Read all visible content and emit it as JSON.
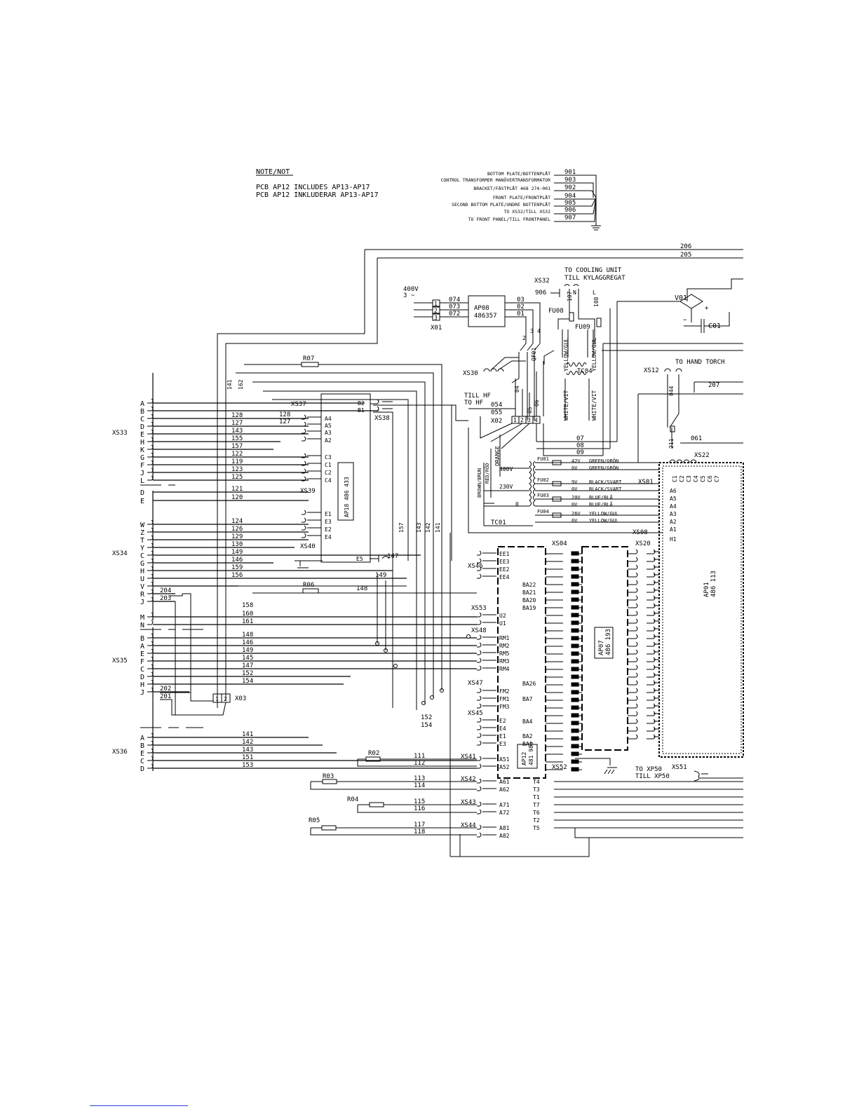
{
  "note": {
    "title": "NOTE/NOT",
    "line1": "PCB AP12 INCLUDES AP13-AP17",
    "line2": "PCB AP12 INKLUDERAR AP13-AP17"
  },
  "ground_terminals": [
    {
      "label": "BOTTOM PLATE/BOTTENPLÅT",
      "num": "901"
    },
    {
      "label": "CONTROL TRANSFORMER MANÖVERTRANSFORMATOR",
      "num": "903"
    },
    {
      "label": "BRACKET/FÄSTPLÅT 468 274-001",
      "num": "902"
    },
    {
      "label": "FRONT PLATE/FRONTPLÅT",
      "num": "904"
    },
    {
      "label": "SECOND BOTTOM PLATE/UNDRE BOTTENPLÅT",
      "num": "905"
    },
    {
      "label": "TO XS32/TILL XS32",
      "num": "906"
    },
    {
      "label": "TO FRONT PANEL/TILL FRONTPANEL",
      "num": "907"
    }
  ],
  "top_wires": [
    "206",
    "205"
  ],
  "cooling": {
    "line1": "TO COOLING UNIT",
    "line2": "TILL KYLAGGREGAT",
    "connector": "XS32",
    "w1": "906",
    "w2": "107",
    "w3": "108"
  },
  "supply": {
    "voltage": "400V",
    "phase": "3 ~",
    "terminal": "X01",
    "pins": [
      "1",
      "2",
      "3"
    ],
    "wires": [
      "074",
      "073",
      "072"
    ]
  },
  "ap08": {
    "name": "AP08",
    "part": "486357",
    "outs": [
      "03",
      "02",
      "01"
    ]
  },
  "fuses_top": [
    "FU08",
    "FU09"
  ],
  "rectifier": {
    "name": "V01",
    "cap": "C01"
  },
  "qf01": "QF01",
  "tc04": {
    "name": "TC04",
    "w1": "YELLOW/GUL",
    "w2": "YELLOW/GUL",
    "w3": "WHITE/VIT",
    "w4": "WHITE/VIT"
  },
  "xs30": "XS30",
  "hand_torch": {
    "label": "TO HAND TORCH",
    "connector": "XS12",
    "wire1": "044",
    "wire2": "207",
    "wire3": "061",
    "wire4": "211"
  },
  "hf": {
    "line1": "TILL HF",
    "line2": "TO HF",
    "w1": "054",
    "w2": "055",
    "connector": "X02",
    "pins": [
      "1",
      "2",
      "3",
      "4"
    ],
    "w05": "05",
    "w06": "06",
    "w04": "04"
  },
  "wires_07_09": [
    "07",
    "08",
    "09"
  ],
  "xs22": {
    "name": "XS22",
    "pins": [
      "C1",
      "C2",
      "C3",
      "C4",
      "C5",
      "C6",
      "C7"
    ]
  },
  "tc01": {
    "name": "TC01",
    "taps": [
      "400V",
      "230V",
      "0"
    ],
    "colors": [
      "ORANGE",
      "RED/RÖD",
      "BROWN/BRUN"
    ],
    "fuses": [
      {
        "name": "FU01",
        "v1": "42V",
        "c1": "GREEN/GRÖN",
        "v2": "0V",
        "c2": "GREEN/GRÖN"
      },
      {
        "name": "FU02",
        "v1": "9V",
        "c1": "BLACK/SVART",
        "v2": "0V",
        "c2": "BLACK/SVART"
      },
      {
        "name": "FU03",
        "v1": "20V",
        "c1": "BLUE/BLÅ",
        "v2": "0V",
        "c2": "BLUE/BLÅ"
      },
      {
        "name": "FU04",
        "v1": "26V",
        "c1": "YELLOW/GUL",
        "v2": "0V",
        "c2": "YELLOW/GUL"
      }
    ]
  },
  "xs01": {
    "name": "XS01",
    "pins": [
      "A6",
      "A5",
      "A4",
      "A3",
      "A2",
      "A1"
    ]
  },
  "xs08": {
    "name": "XS08",
    "pin": "H1"
  },
  "ap01": {
    "name": "AP01",
    "part": "486 113"
  },
  "xs20": "XS20",
  "xs04": "XS04",
  "ap07": {
    "name": "AP07",
    "part": "486 193"
  },
  "ap12": {
    "name": "AP12",
    "part": "481 986"
  },
  "ap18": {
    "name": "AP18 486 433"
  },
  "xs38": {
    "name": "XS38",
    "pins": [
      "B2",
      "B1"
    ]
  },
  "xs37": {
    "name": "XS37",
    "pins": [
      "A4",
      "A5",
      "A3",
      "A2"
    ]
  },
  "xs39": {
    "name": "XS39",
    "pins": [
      "C3",
      "C1",
      "C2",
      "C4"
    ]
  },
  "xs40": {
    "name": "XS40",
    "pins": [
      "E1",
      "E3",
      "E2",
      "E4"
    ]
  },
  "e5": {
    "pin": "E5",
    "wire": "147"
  },
  "resistors": {
    "r07": "R07",
    "r06": "R06",
    "r02": "R02",
    "r03": "R03",
    "r04": "R04",
    "r05": "R05"
  },
  "xs33": {
    "name": "XS33",
    "pins": [
      "A",
      "B",
      "C",
      "D",
      "E",
      "H",
      "K",
      "G",
      "F",
      "J",
      "L"
    ],
    "wires": [
      "141",
      "162",
      "128",
      "127",
      "143",
      "155",
      "157",
      "122",
      "119",
      "123",
      "125"
    ],
    "d": "D",
    "e": "E",
    "w121": "121",
    "w120": "120"
  },
  "xs34": {
    "name": "XS34",
    "pins": [
      "W",
      "Z",
      "T",
      "Y",
      "C",
      "G",
      "H",
      "U",
      "V",
      "R",
      "J"
    ],
    "wires": [
      "124",
      "126",
      "129",
      "130",
      "149",
      "146",
      "159",
      "156",
      "204",
      "203"
    ]
  },
  "mn": {
    "pins": [
      "M",
      "N"
    ],
    "wires": [
      "158",
      "160",
      "161"
    ]
  },
  "xs35": {
    "name": "XS35",
    "pins": [
      "B",
      "A",
      "E",
      "F",
      "C",
      "D",
      "H",
      "J"
    ],
    "wires": [
      "148",
      "146",
      "149",
      "145",
      "147",
      "152",
      "154",
      "202",
      "201"
    ]
  },
  "xs36": {
    "name": "XS36",
    "pins": [
      "A",
      "B",
      "E",
      "C",
      "D"
    ],
    "wires": [
      "141",
      "142",
      "143",
      "151",
      "153"
    ]
  },
  "x03": {
    "name": "X03",
    "pins": [
      "1",
      "2"
    ]
  },
  "vert_wires": [
    "157",
    "143",
    "142",
    "141"
  ],
  "xs46": {
    "name": "XS46",
    "pins": [
      "EE1",
      "EE3",
      "EE2",
      "EE4"
    ]
  },
  "w148": "148",
  "w149": "149",
  "xs53": {
    "name": "XS53",
    "pins": [
      "U2",
      "U1"
    ]
  },
  "xs48": {
    "name": "XS48",
    "pins": [
      "RM1",
      "RM2",
      "RM5",
      "RM3",
      "RM4"
    ]
  },
  "xs47": {
    "name": "XS47",
    "pins": [
      "FM2",
      "FM1",
      "FM3"
    ]
  },
  "xs45": {
    "name": "XS45",
    "pins": [
      "E2",
      "E4",
      "E1",
      "E3"
    ],
    "wires": [
      "152",
      "154"
    ]
  },
  "xs41": {
    "name": "XS41",
    "pins": [
      "A51",
      "A52"
    ],
    "wires": [
      "111",
      "112"
    ]
  },
  "xs42": {
    "name": "XS42",
    "pins": [
      "A61",
      "A62"
    ],
    "wires": [
      "113",
      "114"
    ]
  },
  "xs43": {
    "name": "XS43",
    "pins": [
      "A71",
      "A72"
    ],
    "wires": [
      "115",
      "116"
    ]
  },
  "xs44": {
    "name": "XS44",
    "pins": [
      "A81",
      "A82"
    ],
    "wires": [
      "117",
      "118"
    ]
  },
  "ba_labels": [
    "BA22",
    "BA21",
    "BA20",
    "BA19",
    "BA26",
    "BA7",
    "BA4",
    "BA2",
    "BA1"
  ],
  "xs52": "XS52",
  "xs51": {
    "name": "XS51",
    "line1": "TO XP50",
    "line2": "TILL XP50"
  },
  "t_pins": [
    "T4",
    "T3",
    "T1",
    "T7",
    "T6",
    "T2",
    "T5"
  ]
}
